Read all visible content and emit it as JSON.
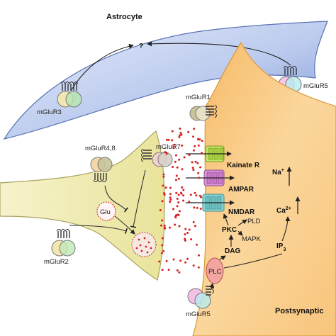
{
  "labels": {
    "astrocyte": "Astrocyte",
    "postsynaptic": "Postsynaptic",
    "question": "?",
    "mglur3": "mGluR3",
    "mglur5_astro": "mGluR5",
    "mglur1": "mGluR1",
    "mglur48": "mGluR4,8",
    "mglur7": "mGluR7",
    "mglur2": "mGluR2",
    "mglur5_post": "mGluR5",
    "glu": "Glu",
    "kainate": "Kainate R",
    "ampar": "AMPAR",
    "nmdar": "NMDAR",
    "na": "Na",
    "na_sup": "+",
    "ca": "Ca",
    "ca_sup": "2+",
    "pkc": "PKC",
    "pld": "PLD",
    "mapk": "MAPK",
    "dag": "DAG",
    "ip": "IP",
    "ip_sub": "3",
    "plc": "PLC"
  },
  "colors": {
    "astrocyte_fill": "#c9d6f2",
    "presynaptic_fill": "#f3efb6",
    "postsynaptic_fill": "#f9cf88",
    "glutamate_dot": "#d42222",
    "kainate_receptor": "#b9df4f",
    "ampar_receptor": "#d17fd0",
    "nmdar_receptor": "#72c7c8",
    "plc_fill": "#f19b95"
  }
}
